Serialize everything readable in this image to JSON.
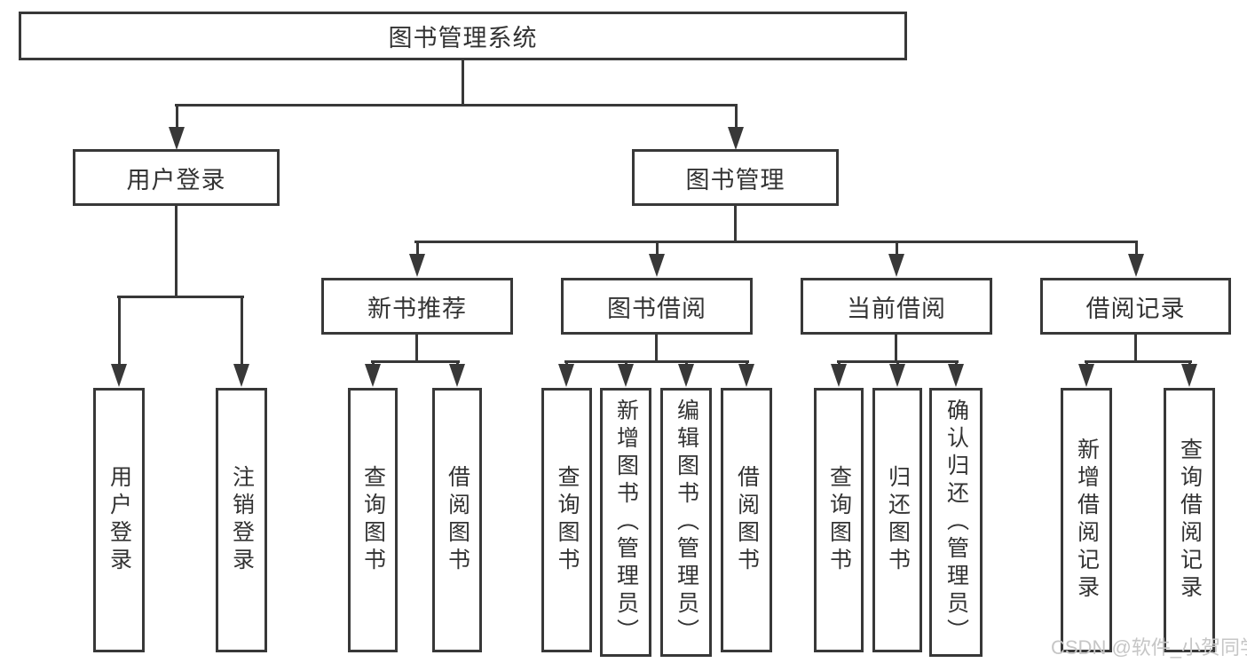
{
  "diagram": {
    "root": {
      "label": "图书管理系统"
    },
    "level2": [
      {
        "label": "用户登录"
      },
      {
        "label": "图书管理"
      }
    ],
    "level3": [
      {
        "label": "新书推荐"
      },
      {
        "label": "图书借阅"
      },
      {
        "label": "当前借阅"
      },
      {
        "label": "借阅记录"
      }
    ],
    "leaves": [
      {
        "label": "用户登录"
      },
      {
        "label": "注销登录"
      },
      {
        "label": "查询图书"
      },
      {
        "label": "借阅图书"
      },
      {
        "label": "查询图书"
      },
      {
        "label": "新增图书（管理员）"
      },
      {
        "label": "编辑图书（管理员）"
      },
      {
        "label": "借阅图书"
      },
      {
        "label": "查询图书"
      },
      {
        "label": "归还图书"
      },
      {
        "label": "确认归还（管理员）"
      },
      {
        "label": "新增借阅记录"
      },
      {
        "label": "查询借阅记录"
      }
    ]
  },
  "watermark": {
    "text": "CSDN @软件_小贺同学"
  },
  "colors": {
    "line": "#383838",
    "text": "#333333",
    "watermark": "#c6c6c6",
    "background": "#ffffff"
  }
}
